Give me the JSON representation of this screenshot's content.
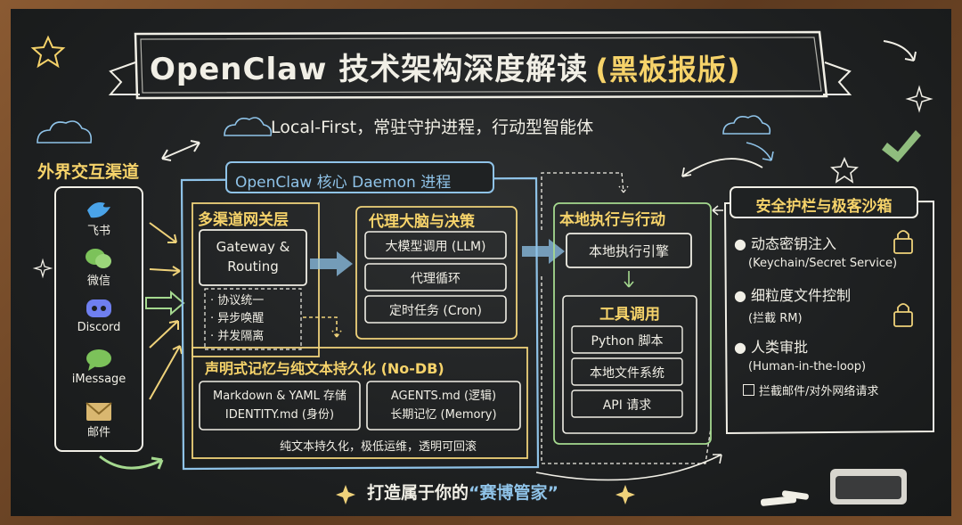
{
  "title": "OpenClaw 技术架构深度解读",
  "title_suffix": "(黑板报版)",
  "subtitle": "Local-First，常驻守护进程，行动型智能体",
  "channels": {
    "heading": "外界交互渠道",
    "items": [
      "飞书",
      "微信",
      "Discord",
      "iMessage",
      "邮件"
    ]
  },
  "core": {
    "heading": "OpenClaw 核心 Daemon 进程",
    "gateway": {
      "heading": "多渠道网关层",
      "box": "Gateway & Routing",
      "bullets": [
        "· 协议统一",
        "· 异步唤醒",
        "· 并发隔离"
      ]
    },
    "brain": {
      "heading": "代理大脑与决策",
      "items": [
        "大模型调用 (LLM)",
        "代理循环",
        "定时任务 (Cron)"
      ]
    },
    "memory": {
      "heading": "声明式记忆与纯文本持久化 (No-DB)",
      "left": [
        "Markdown & YAML 存储",
        "IDENTITY.md (身份)"
      ],
      "right": [
        "AGENTS.md (逻辑)",
        "长期记忆 (Memory)"
      ],
      "note": "纯文本持久化，极低运维，透明可回滚"
    }
  },
  "local": {
    "heading": "本地执行与行动",
    "engine": "本地执行引擎",
    "tools_heading": "工具调用",
    "tools": [
      "Python 脚本",
      "本地文件系统",
      "API 请求"
    ]
  },
  "security": {
    "heading": "安全护栏与极客沙箱",
    "items": [
      {
        "main": "● 动态密钥注入",
        "sub": "(Keychain/Secret Service)"
      },
      {
        "main": "● 细粒度文件控制",
        "sub": "(拦截 RM)"
      },
      {
        "main": "● 人类审批",
        "sub": "(Human-in-the-loop)"
      }
    ],
    "check": "拦截邮件/对外网络请求"
  },
  "footer": {
    "prefix": "打造属于你的",
    "highlight": "“赛博管家”"
  },
  "colors": {
    "blue": "#8fc3e8",
    "yellow": "#efd27a",
    "green": "#a5d98f",
    "white": "#f1efe6",
    "title_yellow": "#f6d36a"
  }
}
